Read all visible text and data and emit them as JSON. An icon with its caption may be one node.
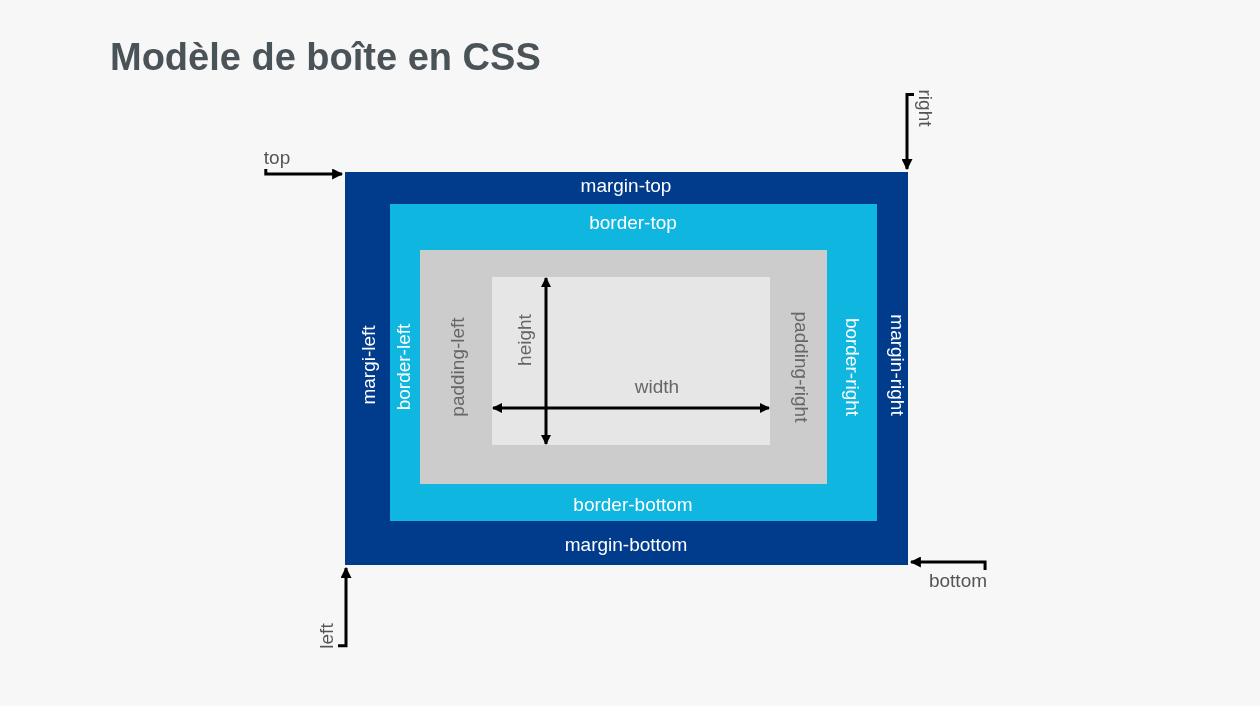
{
  "diagram": {
    "title": "Modèle de boîte en CSS",
    "nodes": [
      {
        "text": [
          "margin-top",
          "margi-left",
          "margin-right",
          "margin-bottom"
        ]
      },
      {
        "text": [
          "border-top",
          "border-left",
          "border-right",
          "border-bottom"
        ],
        "in": 0
      },
      {
        "text": [
          "padding-left",
          "padding-right"
        ],
        "in": 1
      },
      {
        "text": [
          "height",
          "width"
        ],
        "in": 2
      },
      {
        "text": [
          "top"
        ]
      },
      {
        "text": [
          "right"
        ]
      },
      {
        "text": [
          "bottom"
        ]
      },
      {
        "text": [
          "left"
        ]
      }
    ],
    "edges": [
      {
        "from": 4,
        "to": 0,
        "arrow": "to"
      },
      {
        "from": 5,
        "to": 0,
        "arrow": "to"
      },
      {
        "from": 6,
        "to": 0,
        "arrow": "to"
      },
      {
        "from": 7,
        "to": 0,
        "arrow": "to"
      }
    ]
  }
}
